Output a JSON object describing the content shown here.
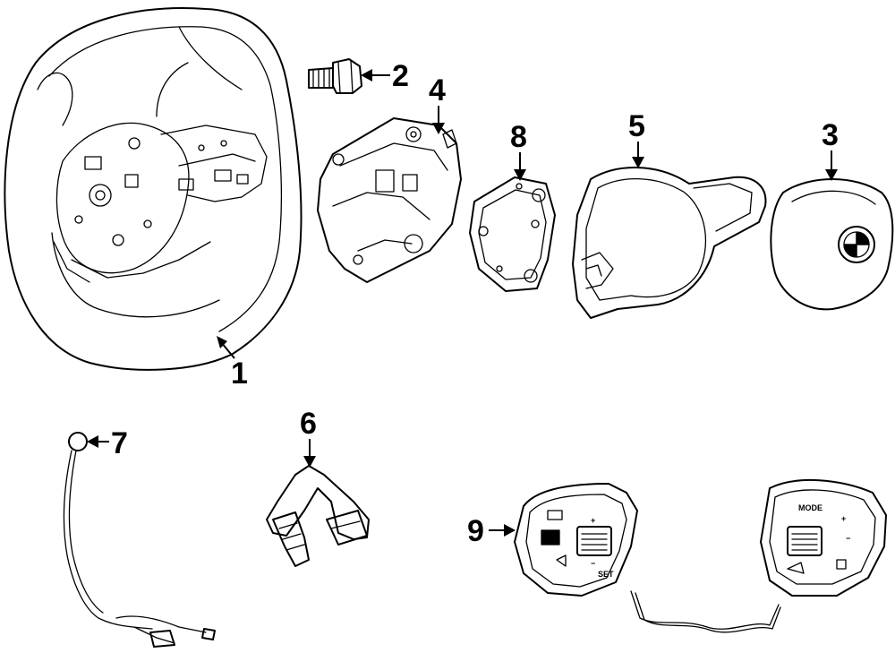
{
  "diagram": {
    "callouts": [
      {
        "id": "1",
        "label": "1"
      },
      {
        "id": "2",
        "label": "2"
      },
      {
        "id": "3",
        "label": "3"
      },
      {
        "id": "4",
        "label": "4"
      },
      {
        "id": "5",
        "label": "5"
      },
      {
        "id": "6",
        "label": "6"
      },
      {
        "id": "7",
        "label": "7"
      },
      {
        "id": "8",
        "label": "8"
      },
      {
        "id": "9",
        "label": "9"
      }
    ],
    "button_labels": {
      "mode": "MODE",
      "set": "SET",
      "plus_left": "+",
      "minus_left": "−",
      "plus_right": "+",
      "minus_right": "−"
    }
  }
}
